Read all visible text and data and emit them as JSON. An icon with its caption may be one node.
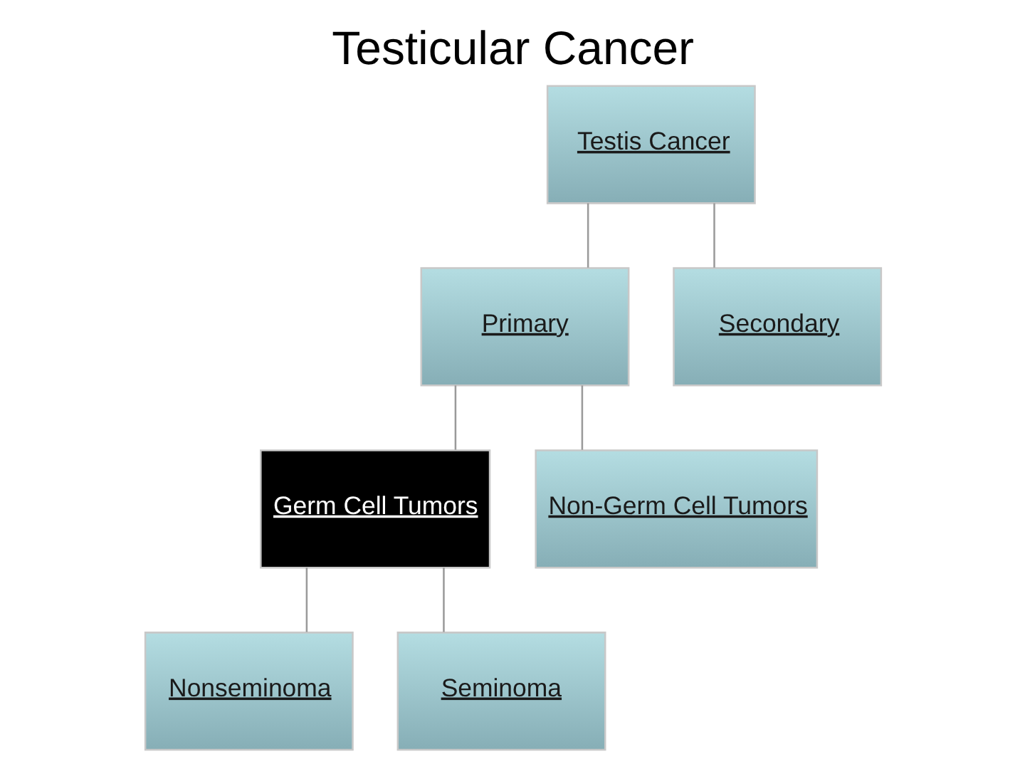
{
  "diagram": {
    "title": "Testicular Cancer",
    "nodes": [
      {
        "text": [
          "Testis Cancer"
        ]
      },
      {
        "text": [
          "Primary"
        ]
      },
      {
        "text": [
          "Secondary"
        ]
      },
      {
        "text": [
          "Germ Cell Tumors"
        ]
      },
      {
        "text": [
          "Non-Germ Cell Tumors"
        ]
      },
      {
        "text": [
          "Nonseminoma"
        ]
      },
      {
        "text": [
          "Seminoma"
        ]
      }
    ],
    "edges": [
      {
        "from": 0,
        "to": 1,
        "arrow": "none"
      },
      {
        "from": 0,
        "to": 2,
        "arrow": "none"
      },
      {
        "from": 1,
        "to": 3,
        "arrow": "none"
      },
      {
        "from": 1,
        "to": 4,
        "arrow": "none"
      },
      {
        "from": 3,
        "to": 5,
        "arrow": "none"
      },
      {
        "from": 3,
        "to": 6,
        "arrow": "none"
      }
    ]
  }
}
